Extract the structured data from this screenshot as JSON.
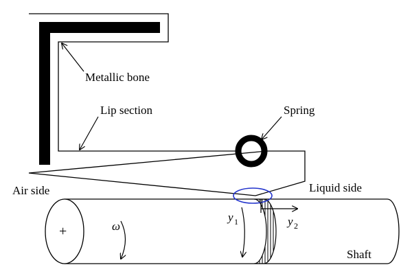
{
  "labels": {
    "metallic_bone": "Metallic bone",
    "lip_section": "Lip section",
    "spring": "Spring",
    "air_side": "Air side",
    "liquid_side": "Liquid side",
    "shaft": "Shaft",
    "plus": "+",
    "omega": "ω",
    "y1_var": "y",
    "y1_sub": "1",
    "y2_var": "y",
    "y2_sub": "2"
  },
  "colors": {
    "stroke": "#000000",
    "contact_ellipse": "#2233cc",
    "background": "#ffffff"
  }
}
